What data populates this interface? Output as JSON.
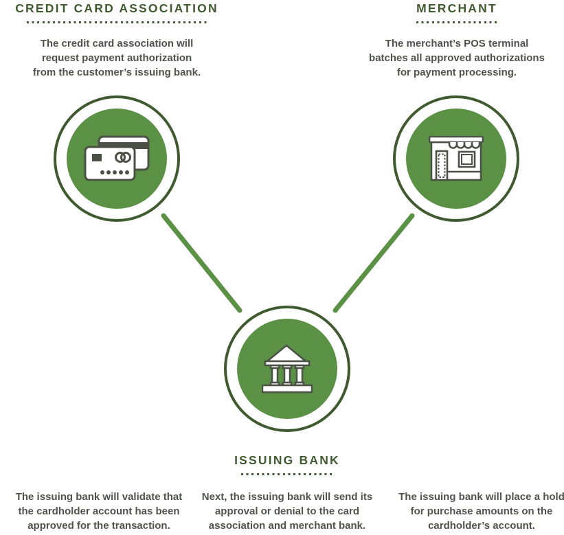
{
  "palette": {
    "dark_green": "#3f5a2f",
    "mid_green": "#5b9145",
    "icon_stroke": "#4b5146",
    "body_text": "#4e544d",
    "background": "#ffffff"
  },
  "nodes": {
    "credit_card_association": {
      "title": "CREDIT CARD ASSOCIATION",
      "icon": "credit-cards-icon",
      "description": "The credit card association will\nrequest payment authorization\nfrom the customer’s issuing bank."
    },
    "merchant": {
      "title": "MERCHANT",
      "icon": "storefront-icon",
      "description": "The merchant’s POS terminal\nbatches all approved authorizations\nfor payment processing."
    },
    "issuing_bank": {
      "title": "ISSUING BANK",
      "icon": "bank-icon",
      "steps": {
        "left": "The issuing bank will validate that\nthe cardholder account has been\napproved for the transaction.",
        "center": "Next, the issuing bank will send its\napproval or denial to the card\nassociation and merchant bank.",
        "right": "The issuing bank will place a hold\nfor purchase amounts on the\ncardholder’s account."
      }
    }
  }
}
